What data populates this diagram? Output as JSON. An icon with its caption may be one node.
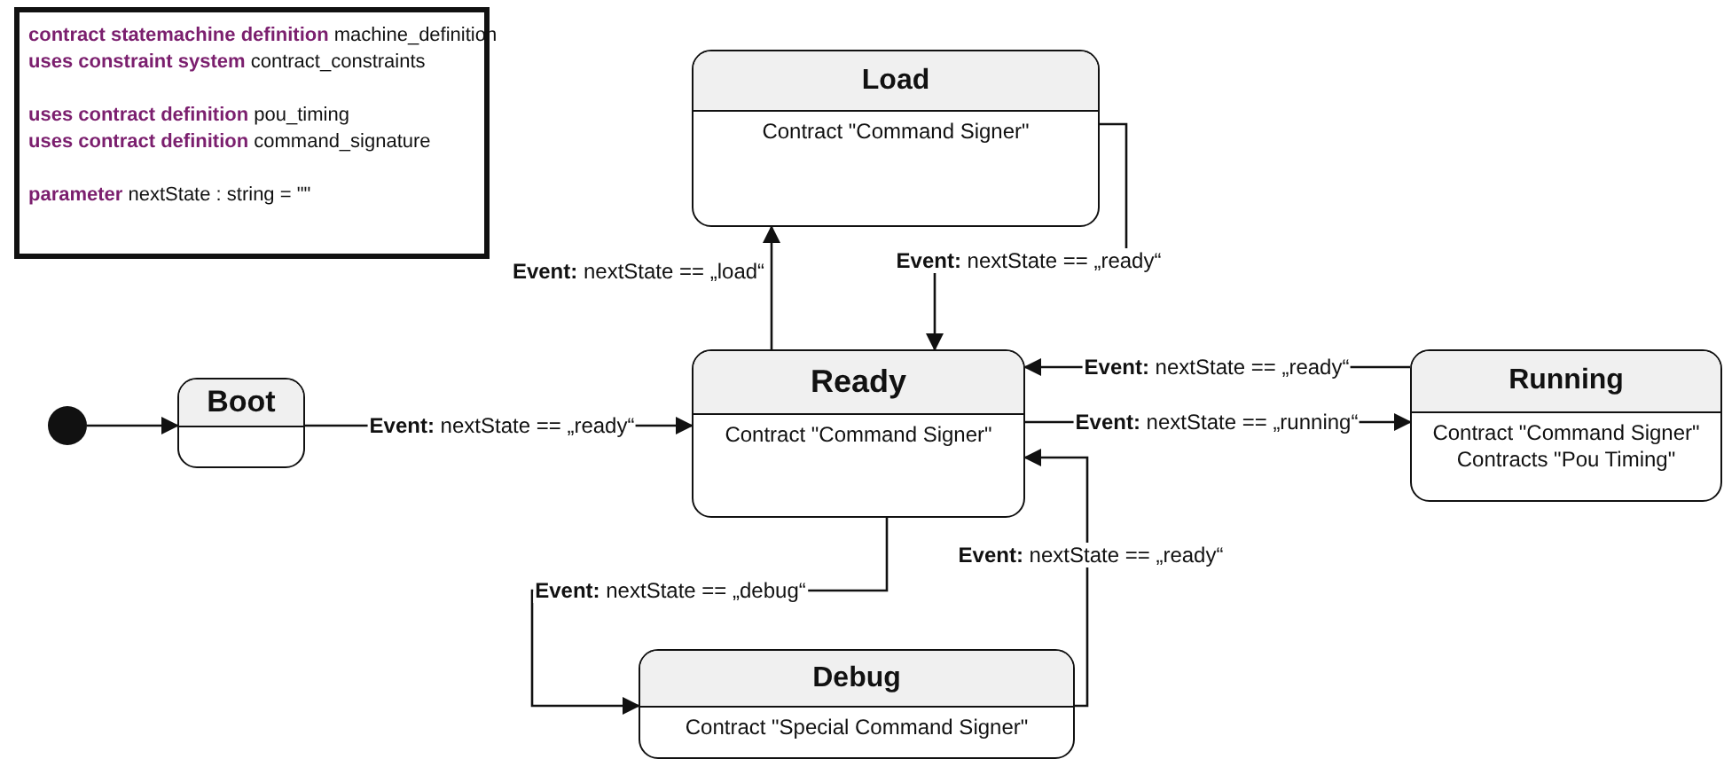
{
  "diagram": {
    "nodes": [
      {
        "text": [
          "**contract statemachine definition** machine_definition",
          "**uses constraint system** contract_constraints",
          "**uses contract definition** pou_timing",
          "**uses contract definition** command_signature",
          "**parameter** nextState : string = \"\""
        ]
      },
      {
        "text": [],
        "shape": "circle"
      },
      {
        "text": [
          "Boot"
        ]
      },
      {
        "text": [
          "Load",
          "Contract \"Command Signer\""
        ]
      },
      {
        "text": [
          "Ready",
          "Contract \"Command Signer\""
        ]
      },
      {
        "text": [
          "Running",
          "Contract \"Command Signer\"",
          "Contracts \"Pou Timing\""
        ]
      },
      {
        "text": [
          "Debug",
          "Contract \"Special Command Signer\""
        ]
      }
    ],
    "edges": [
      {
        "from": 1,
        "to": 2,
        "arrow": "to"
      },
      {
        "from": 2,
        "to": 4,
        "arrow": "to",
        "label": "**Event:** nextState == „ready“"
      },
      {
        "from": 4,
        "to": 3,
        "arrow": "to",
        "label": "**Event:** nextState == „load“"
      },
      {
        "from": 3,
        "to": 4,
        "arrow": "to",
        "label": "**Event:** nextState == „ready“"
      },
      {
        "from": 5,
        "to": 4,
        "arrow": "to",
        "label": "**Event:** nextState == „ready“"
      },
      {
        "from": 4,
        "to": 5,
        "arrow": "to",
        "label": "**Event:** nextState == „running“"
      },
      {
        "from": 4,
        "to": 6,
        "arrow": "to",
        "label": "**Event:** nextState == „debug“"
      },
      {
        "from": 6,
        "to": 4,
        "arrow": "to",
        "label": "**Event:** nextState == „ready“"
      }
    ]
  }
}
